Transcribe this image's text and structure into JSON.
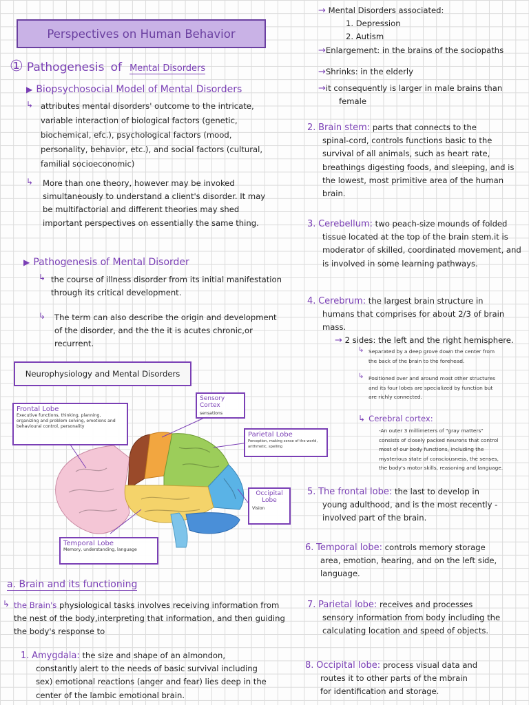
{
  "title": "Perspectives on Human Behavior",
  "left": {
    "sec1_num": "①",
    "sec1_a": "Pathogenesis",
    "sec1_b": "of",
    "sec1_c": "Mental Disorders",
    "biopsych_title": "Biopsychosocial Model of Mental Disorders",
    "biopsych_lines": [
      "attributes mental disorders' outcome to the intricate,",
      "variable interaction of biological factors (genetic,",
      "biochemical, efc.), psychological factors (mood,",
      "personality, behavior, etc.), and social factors (cultural,",
      "familial socioeconomic)"
    ],
    "theory_lines": [
      "More than one theory, however may be invoked",
      "simultaneously to understand a client's disorder. It may",
      "be multifactorial and different theories may shed",
      "important perspectives on essentially the same thing."
    ],
    "patho_title": "Pathogenesis of Mental Disorder",
    "patho_lines": [
      "the course of illness disorder from its initial manifestation",
      "through its critical development."
    ],
    "term_lines": [
      "The term can also describe the origin and development",
      "of the disorder, and the the it is acutes chronic,or",
      "recurrent."
    ],
    "neuro_title": "Neurophysiology and Mental Disorders",
    "frontal": {
      "title": "Frontal Lobe",
      "lines": [
        "Executive functions, thinking, planning,",
        "organizing and problem solving, emotions and",
        "behavioural control, personality"
      ]
    },
    "sensory": {
      "title": "Sensory Cortex",
      "lines": [
        "sensations"
      ]
    },
    "parietal": {
      "title": "Parietal Lobe",
      "lines": [
        "Perception, making sense of the world,",
        "arithmetic, spelling"
      ]
    },
    "occipital": {
      "title": "Occipital Lobe",
      "lines": [
        "Vision"
      ]
    },
    "temporal": {
      "title": "Temporal Lobe",
      "lines": [
        "Memory, understanding, language"
      ]
    },
    "brain_head": "a. Brain and its functioning",
    "brain_lines": [
      "physiological tasks involves receiving information from",
      "the nest of the body,interpreting that information, and then guiding",
      "the body's response to"
    ],
    "brain_lead": "the Brain's",
    "amyg_num": "1.",
    "amyg_head": "Amygdala:",
    "amyg_lines": [
      "the size and shape of an almondon,",
      "constantly alert to the needs of basic survival including",
      "sex) emotional reactions (anger and fear) lies deep in the",
      "center of the lambic emotional brain."
    ]
  },
  "right": {
    "assoc": "Mental Disorders associated:",
    "assoc_items": [
      "1.  Depression",
      "2.  Autism"
    ],
    "enlarge": "Enlargement: in the brains of the sociopaths",
    "shrinks": "Shrinks: in the elderly",
    "larger_lines": [
      "it consequently is larger in male brains than",
      "female"
    ],
    "stem_num": "2.",
    "stem_head": "Brain stem:",
    "stem_lines": [
      "parts that connects to the",
      "spinal-cord, controls functions basic to the",
      "survival of all animals, such as heart rate,",
      "breathings digesting foods, and sleeping, and is",
      "the lowest, most primitive area of the human",
      "brain."
    ],
    "cereb_num": "3.",
    "cereb_head": "Cerebellum:",
    "cereb_lines": [
      "two peach-size mounds of folded",
      "tissue located at the top of the brain stem.it is",
      "moderator of skilled, coordinated movement, and",
      "is involved in some learning pathways."
    ],
    "cerebrum_num": "4.",
    "cerebrum_head": "Cerebrum:",
    "cerebrum_lines": [
      "the largest brain structure in",
      "humans that comprises for about 2/3 of brain",
      "mass."
    ],
    "sides": "2 sides: the left and the right hemisphere.",
    "sep_lines": [
      "Separated by a deep grove down the center from",
      "the back of the brain to the forehead."
    ],
    "pos_lines": [
      "Positioned over and around most other structures",
      "and its four lobes are specialized by function but",
      "are richly connected."
    ],
    "cortex_head": "Cerebral cortex:",
    "cortex_lines": [
      "-An outer  3 millimeters of \"gray matters\"",
      "consists of closely packed neurons that control",
      "most of our body functions, including the",
      "mysterious state of consciousness, the senses,",
      "the body's motor skills, reasoning and language."
    ],
    "frontal_num": "5.",
    "frontal_head": "The frontal lobe:",
    "frontal_lines": [
      "the last to develop in",
      "young adulthood, and is the most recently -",
      "involved part of the brain."
    ],
    "temporal_num": "6.",
    "temporal_head": "Temporal lobe:",
    "temporal_lines": [
      "controls memory storage",
      "area, emotion, hearing, and on the left side,",
      "language."
    ],
    "parietal_num": "7.",
    "parietal_head": "Parietal lobe:",
    "parietal_lines": [
      "receives and processes",
      "sensory information from body including the",
      "calculating location and speed of objects."
    ],
    "occipital_num": "8.",
    "occipital_head": "Occipital lobe:",
    "occipital_lines": [
      "process visual data and",
      "routes it to other parts of the mbrain",
      "for identification and storage."
    ]
  },
  "colors": {
    "accent": "#7a3fb5",
    "title_fill": "#c9b2e6",
    "frontal": "#f4c6d6",
    "motor": "#9a4a2a",
    "sensory": "#f2a640",
    "parietal": "#9ccd5a",
    "occipital": "#5ab3e6",
    "temporal": "#f4d36a",
    "cerebellum": "#4a8fd8",
    "stem": "#7ec4ea"
  }
}
